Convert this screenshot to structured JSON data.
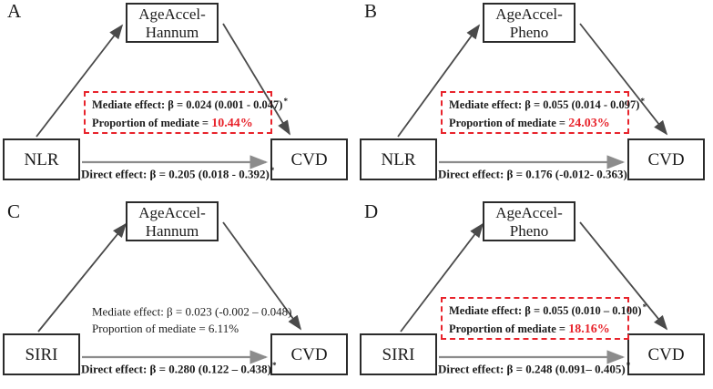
{
  "figure": {
    "colors": {
      "highlight_red": "#e8232b",
      "node_border": "#2b2b2b",
      "diagonal_arrow": "#4a4a4a",
      "horizontal_arrow": "#8c8c8c",
      "text": "#1c1c1c"
    },
    "panels": [
      {
        "label": "A",
        "exposure": "NLR",
        "mediator": {
          "line1": "AgeAccel-",
          "line2": "Hannum"
        },
        "outcome": "CVD",
        "mediate": {
          "text": "Mediate effect: β = 0.024 (0.001 - 0.047)",
          "star": "*",
          "proportion_label": "Proportion of mediate = ",
          "proportion_value": "10.44%",
          "highlighted": true
        },
        "direct": {
          "text": "Direct effect: β = 0.205 (0.018 - 0.392)",
          "star": "*"
        }
      },
      {
        "label": "B",
        "exposure": "NLR",
        "mediator": {
          "line1": "AgeAccel-",
          "line2": "Pheno"
        },
        "outcome": "CVD",
        "mediate": {
          "text": "Mediate effect: β = 0.055 (0.014 - 0.097)",
          "star": "*",
          "proportion_label": "Proportion of mediate = ",
          "proportion_value": "24.03%",
          "highlighted": true
        },
        "direct": {
          "text": "Direct effect: β = 0.176 (-0.012- 0.363)",
          "star": ""
        }
      },
      {
        "label": "C",
        "exposure": "SIRI",
        "mediator": {
          "line1": "AgeAccel-",
          "line2": "Hannum"
        },
        "outcome": "CVD",
        "mediate": {
          "text": "Mediate effect: β = 0.023 (-0.002 – 0.048)",
          "star": "",
          "proportion_label": "Proportion of mediate = ",
          "proportion_value": "6.11%",
          "highlighted": false
        },
        "direct": {
          "text": "Direct effect: β = 0.280 (0.122 – 0.438)",
          "star": "*"
        }
      },
      {
        "label": "D",
        "exposure": "SIRI",
        "mediator": {
          "line1": "AgeAccel-",
          "line2": "Pheno"
        },
        "outcome": "CVD",
        "mediate": {
          "text": "Mediate effect: β = 0.055 (0.010 – 0.100)",
          "star": "*",
          "proportion_label": "Proportion of mediate = ",
          "proportion_value": "18.16%",
          "highlighted": true
        },
        "direct": {
          "text": "Direct effect: β = 0.248 (0.091– 0.405)",
          "star": "*"
        }
      }
    ]
  }
}
